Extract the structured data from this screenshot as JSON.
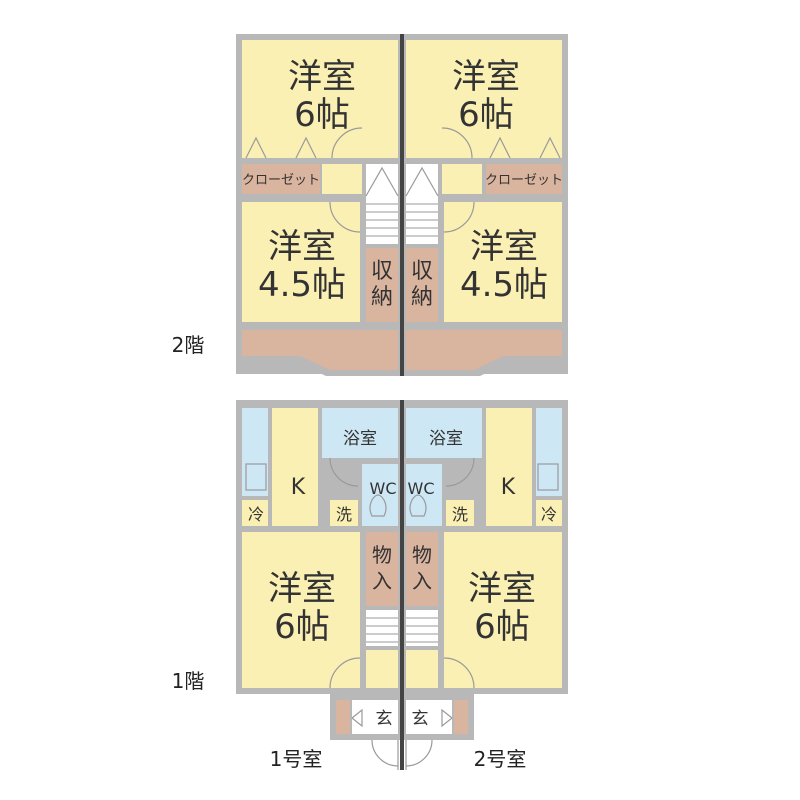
{
  "floors": {
    "upper": "2階",
    "lower": "1階"
  },
  "units": {
    "unit1": "1号室",
    "unit2": "2号室"
  },
  "rooms": {
    "western": "洋室",
    "six": "6帖",
    "four_half": "4.5帖",
    "closet": "クローゼット",
    "storage_a": "収",
    "storage_b": "納",
    "bath": "浴室",
    "kitchen": "K",
    "wc": "WC",
    "fridge": "冷",
    "washer": "洗",
    "mono_a": "物",
    "mono_b": "入",
    "entrance": "玄"
  },
  "colors": {
    "room": "#fbf0b4",
    "storage": "#d9b49e",
    "wet": "#cde7f4",
    "wall": "#b8b8b8",
    "divider": "#444444"
  }
}
